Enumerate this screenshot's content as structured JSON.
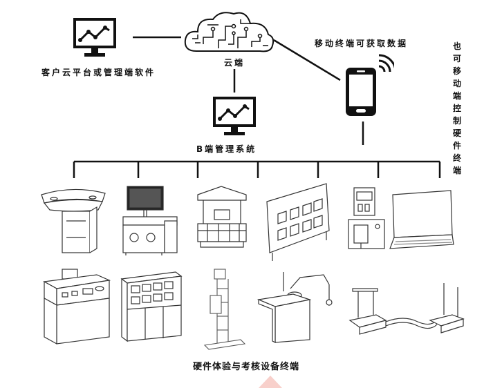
{
  "labels": {
    "client_platform": "客户云平台或管理端软件",
    "cloud": "云端",
    "mobile_data": "移动终端可获取数据",
    "b_system": "B端管理系统",
    "mobile_control": "也可移动端控制硬件终端",
    "footer": "硬件体验与考核设备终端"
  },
  "colors": {
    "line": "#111111",
    "footer_accent": "#e8473a"
  },
  "icons": {
    "monitor": "monitor-icon",
    "cloud": "cloud-icon",
    "phone": "smartphone-icon"
  }
}
